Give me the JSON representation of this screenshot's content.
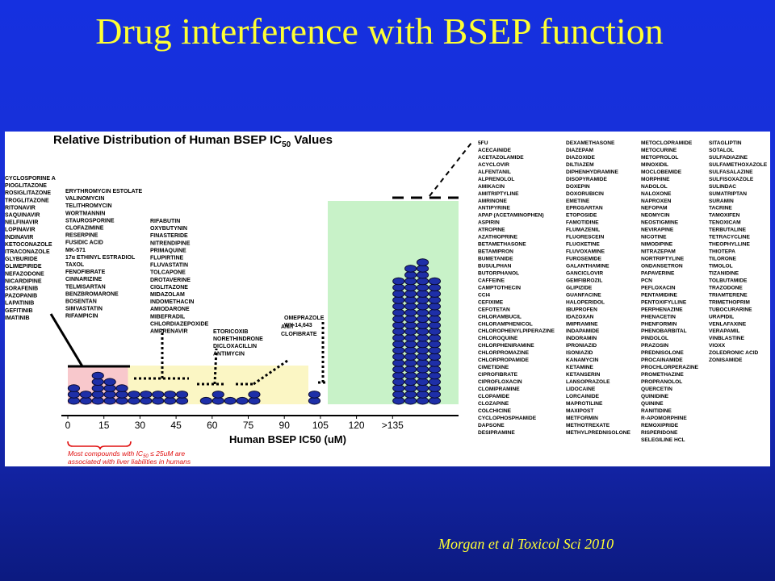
{
  "slide": {
    "title": "Drug interference with BSEP function",
    "citation": "Morgan et al Toxicol Sci 2010"
  },
  "chart_data": {
    "type": "bar",
    "title": "Relative Distribution of Human BSEP IC",
    "title_sub": "50",
    "title_suffix": " Values",
    "xlabel": "Human BSEP IC50 (uM)",
    "x_ticks": [
      "0",
      "15",
      "30",
      "45",
      "60",
      "75",
      "90",
      "105",
      "120",
      ">135"
    ],
    "shaded_regions": [
      {
        "name": "ic50-25-or-less",
        "color": "#f8c8cc"
      },
      {
        "name": "ic50-25-to-100",
        "color": "#fbf6c4"
      },
      {
        "name": "ic50-over-135",
        "color": "#c8f2c8"
      }
    ],
    "bins": [
      {
        "x": 2.5,
        "count": 3
      },
      {
        "x": 7.5,
        "count": 2
      },
      {
        "x": 12.5,
        "count": 5
      },
      {
        "x": 17.5,
        "count": 4
      },
      {
        "x": 22.5,
        "count": 3
      },
      {
        "x": 27.5,
        "count": 2
      },
      {
        "x": 32.5,
        "count": 2
      },
      {
        "x": 37.5,
        "count": 2
      },
      {
        "x": 42.5,
        "count": 2
      },
      {
        "x": 47.5,
        "count": 2
      },
      {
        "x": 57.5,
        "count": 1
      },
      {
        "x": 62.5,
        "count": 2
      },
      {
        "x": 67.5,
        "count": 1
      },
      {
        "x": 72.5,
        "count": 1
      },
      {
        "x": 77.5,
        "count": 2
      },
      {
        "x": 102.5,
        "count": 2
      },
      {
        "x": 137.5,
        "count": 20
      },
      {
        "x": 142.5,
        "count": 22
      },
      {
        "x": 147.5,
        "count": 23
      },
      {
        "x": 152.5,
        "count": 20
      }
    ],
    "callout": {
      "text": "Most compounds with IC",
      "sub": "50",
      "text2": " ≤ 25uM are",
      "line2": "associated with liver liabilities in humans"
    },
    "groups": [
      {
        "name": "group-0-15",
        "lines": [
          "CYCLOSPORINE A",
          "PIOGLITAZONE",
          "ROSIGLITAZONE",
          "TROGLITAZONE",
          "RITONAVIR",
          "SAQUINAVIR",
          "NELFINAVIR",
          "LOPINAVIR",
          "INDINAVIR",
          "KETOCONAZOLE",
          "ITRACONAZOLE",
          "GLYBURIDE",
          "GLIMEPIRIDE",
          "NEFAZODONE",
          "NICARDIPINE",
          "SORAFENIB",
          "PAZOPANIB",
          "LAPATINIB",
          "GEFITINIB",
          "IMATINIB"
        ]
      },
      {
        "name": "group-15-30",
        "lines": [
          "ERYTHROMYCIN ESTOLATE",
          "VALINOMYCIN",
          "TELITHROMYCIN",
          "WORTMANNIN",
          "STAUROSPORINE",
          "CLOFAZIMINE",
          "RESERPINE",
          "FUSIDIC ACID",
          "MK-571",
          "17α ETHINYL ESTRADIOL",
          "TAXOL",
          "FENOFIBRATE",
          "CINNARIZINE",
          "TELMISARTAN",
          "BENZBROMARONE",
          "BOSENTAN",
          "SIMVASTATIN",
          "RIFAMPICIN"
        ]
      },
      {
        "name": "group-30-50",
        "lines": [
          "RIFABUTIN",
          "OXYBUTYNIN",
          "FINASTERIDE",
          "NITRENDIPINE",
          "PRIMAQUINE",
          "FLUPIRTINE",
          "FLUVASTATIN",
          "TOLCAPONE",
          "DROTAVERINE",
          "CIGLITAZONE",
          "MIDAZOLAM",
          "INDOMETHACIN",
          "AMIODARONE",
          "MIBEFRADIL",
          "CHLORDIAZEPOXIDE",
          "AMPRENAVIR"
        ]
      },
      {
        "name": "group-55-65",
        "lines": [
          "ETORICOXIB",
          "NORETHINDRONE",
          "DICLOXACILLIN",
          "ANTIMYCIN"
        ]
      },
      {
        "name": "group-75-80",
        "lines": [
          "ANIT",
          "CLOFIBRATE"
        ]
      },
      {
        "name": "group-100-105",
        "lines": [
          "OMEPRAZOLE",
          "WY-14,643"
        ]
      }
    ],
    "non_inhibitors": [
      [
        "5FU",
        "ACECAINIDE",
        "ACETAZOLAMIDE",
        "ACYCLOVIR",
        "ALFENTANIL",
        "ALPRENOLOL",
        "AMIKACIN",
        "AMITRIPTYLINE",
        "AMRINONE",
        "ANTIPYRINE",
        "APAP (ACETAMINOPHEN)",
        "ASPIRIN",
        "ATROPINE",
        "AZATHIOPRINE",
        "BETAMETHASONE",
        "BETAMIPRON",
        "BUMETANIDE",
        "BUSULPHAN",
        "BUTORPHANOL",
        "CAFFEINE",
        "CAMPTOTHECIN",
        "CCl4",
        "CEFIXIME",
        "CEFOTETAN",
        "CHLORAMBUCIL",
        "CHLORAMPHENICOL",
        "CHLOROPHENYLPIPERAZINE",
        "CHLOROQUINE",
        "CHLORPHENIRAMINE",
        "CHLORPROMAZINE",
        "CHLORPROPAMIDE",
        "CIMETIDINE",
        "CIPROFIBRATE",
        "CIPROFLOXACIN",
        "CLOMIPRAMINE",
        "CLOPAMIDE",
        "CLOZAPINE",
        "COLCHICINE",
        "CYCLOPHOSPHAMIDE",
        "DAPSONE",
        "DESIPRAMINE"
      ],
      [
        "DEXAMETHASONE",
        "DIAZEPAM",
        "DIAZOXIDE",
        "DILTIAZEM",
        "DIPHENHYDRAMINE",
        "DISOPYRAMIDE",
        "DOXEPIN",
        "DOXORUBICIN",
        "EMETINE",
        "EPROSARTAN",
        "ETOPOSIDE",
        "FAMOTIDINE",
        "FLUMAZENIL",
        "FLUORESCEIN",
        "FLUOXETINE",
        "FLUVOXAMINE",
        "FUROSEMIDE",
        "GALANTHAMINE",
        "GANCICLOVIR",
        "GEMFIBROZIL",
        "GLIPIZIDE",
        "GUANFACINE",
        "HALOPERIDOL",
        "IBUPROFEN",
        "IDAZOXAN",
        "IMIPRAMINE",
        "INDAPAMIDE",
        "INDORAMIN",
        "IPRONIAZID",
        "ISONIAZID",
        "KANAMYCIN",
        "KETAMINE",
        "KETANSERIN",
        "LANSOPRAZOLE",
        "LIDOCAINE",
        "LORCAINIDE",
        "MAPROTILINE",
        "MAXIPOST",
        "METFORMIN",
        "METHOTREXATE",
        "METHYLPREDNISOLONE"
      ],
      [
        "METOCLOPRAMIDE",
        "METOCURINE",
        "METOPROLOL",
        "MINOXIDIL",
        "MOCLOBEMIDE",
        "MORPHINE",
        "NADOLOL",
        "NALOXONE",
        "NAPROXEN",
        "NEFOPAM",
        "NEOMYCIN",
        "NEOSTIGMINE",
        "NEVIRAPINE",
        "NICOTINE",
        "NIMODIPINE",
        "NITRAZEPAM",
        "NORTRIPTYLINE",
        "ONDANSETRON",
        "PAPAVERINE",
        "PCN",
        "PEFLOXACIN",
        "PENTAMIDINE",
        "PENTOXIFYLLINE",
        "PERPHENAZINE",
        "PHENACETIN",
        "PHENFORMIN",
        "PHENOBARBITAL",
        "PINDOLOL",
        "PRAZOSIN",
        "PREDNISOLONE",
        "PROCAINAMIDE",
        "PROCHLORPERAZINE",
        "PROMETHAZINE",
        "PROPRANOLOL",
        "QUERCETIN",
        "QUINIDINE",
        "QUININE",
        "RANITIDINE",
        "R-APOMORPHINE",
        "REMOXIPRIDE",
        "RISPERIDONE",
        "SELEGILINE HCL"
      ],
      [
        "SITAGLIPTIN",
        "SOTALOL",
        "SULFADIAZINE",
        "SULFAMETHOXAZOLE",
        "SULFASALAZINE",
        "SULFISOXAZOLE",
        "SULINDAC",
        "SUMATRIPTAN",
        "SURAMIN",
        "TACRINE",
        "TAMOXIFEN",
        "TENOXICAM",
        "TERBUTALINE",
        "TETRACYCLINE",
        "THEOPHYLLINE",
        "THIOTEPA",
        "TILORONE",
        "TIMOLOL",
        "TIZANIDINE",
        "TOLBUTAMIDE",
        "TRAZODONE",
        "TRIAMTERENE",
        "TRIMETHOPRIM",
        "TUBOCURARINE",
        "URAPIDIL",
        "VENLAFAXINE",
        "VERAPAMIL",
        "VINBLASTINE",
        "VIOXX",
        "ZOLEDRONIC ACID",
        "ZONISAMIDE"
      ]
    ],
    "colors": {
      "bar": "#1e2fa8",
      "bar_edge": "#0a0a30",
      "callout": "#e01010"
    }
  }
}
